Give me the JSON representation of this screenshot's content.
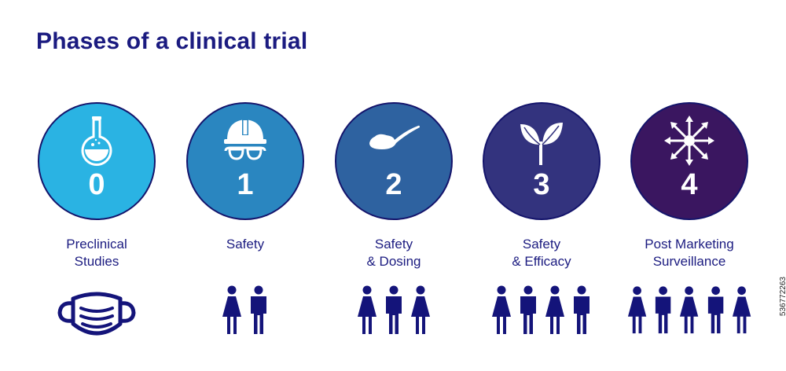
{
  "title": "Phases of a clinical trial",
  "phases": [
    {
      "number": "0",
      "label": "Preclinical\nStudies",
      "icon": "flask-icon",
      "color": "#2ab3e3",
      "people": []
    },
    {
      "number": "1",
      "label": "Safety",
      "icon": "hard-hat-goggles-icon",
      "color": "#2a86c0",
      "people": [
        "female",
        "male"
      ]
    },
    {
      "number": "2",
      "label": "Safety\n& Dosing",
      "icon": "spoon-icon",
      "color": "#2e62a0",
      "people": [
        "female",
        "male",
        "female"
      ]
    },
    {
      "number": "3",
      "label": "Safety\n& Efficacy",
      "icon": "leaves-icon",
      "color": "#33337e",
      "people": [
        "female",
        "male",
        "female",
        "male"
      ]
    },
    {
      "number": "4",
      "label": "Post Marketing\nSurveillance",
      "icon": "arrows-outward-icon",
      "color": "#3a1660",
      "people": [
        "female",
        "male",
        "female",
        "male",
        "female"
      ]
    }
  ],
  "stock_id": "536772263",
  "colors": {
    "title": "#1b1b80",
    "people": "#14147a",
    "border": "#14146b"
  }
}
